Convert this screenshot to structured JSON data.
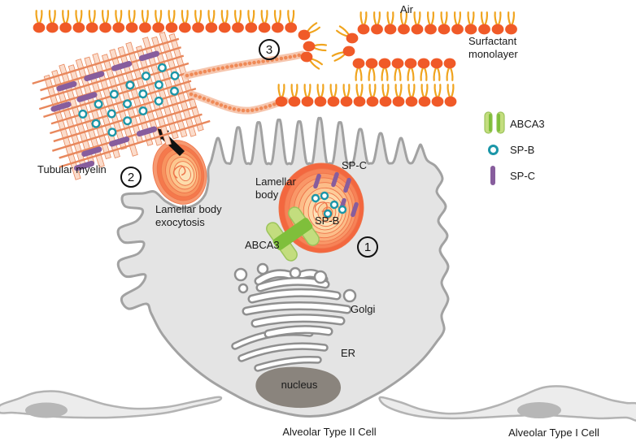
{
  "figure": {
    "labels": {
      "air": "Air",
      "surfactant_monolayer": "Surfactant\nmonolayer",
      "tubular_myelin": "Tubular myelin",
      "lamellar_body_exocytosis": "Lamellar body\nexocytosis",
      "lamellar_body": "Lamellar\nbody",
      "sp_c": "SP-C",
      "sp_b": "SP-B",
      "abca3": "ABCA3",
      "golgi": "Golgi",
      "er": "ER",
      "nucleus": "nucleus",
      "alveolar_type2": "Alveolar Type II Cell",
      "alveolar_type1": "Alveolar Type I Cell"
    },
    "steps": [
      {
        "number": "1"
      },
      {
        "number": "2"
      },
      {
        "number": "3"
      }
    ],
    "legend": {
      "items": [
        {
          "icon": "abca3-icon",
          "label": "ABCA3"
        },
        {
          "icon": "sp-b-icon",
          "label": "SP-B"
        },
        {
          "icon": "sp-c-icon",
          "label": "SP-C"
        }
      ]
    }
  },
  "colors": {
    "lipid_head": "#f05a28",
    "lipid_tail": "#f0a41e",
    "myelin_line": "#e8875c",
    "myelin_band": "#fbdccb",
    "strand_fringe": "#f6c6ae",
    "strand_bead": "#ef8a57",
    "sp_b": "#1b96a8",
    "sp_c": "#875d9d",
    "abca3_light": "#c3dd7e",
    "abca3_dark": "#7fbf3b",
    "abca3_stroke": "#9cc45c",
    "lb_outer": "#f3673f",
    "lb_ring_stroke": "#ee744a",
    "cell_fill": "#e4e4e4",
    "cell_stroke": "#a2a2a2",
    "organelle_stroke": "#8f8f8f",
    "nucleus_fill": "#8a847d",
    "type1_fill": "#ececec",
    "type1_stroke": "#b3b3b3",
    "type1_nucleus": "#b7b7b7",
    "arrow": "#111111",
    "text": "#1a1a1a",
    "step_circle": "#111111"
  }
}
